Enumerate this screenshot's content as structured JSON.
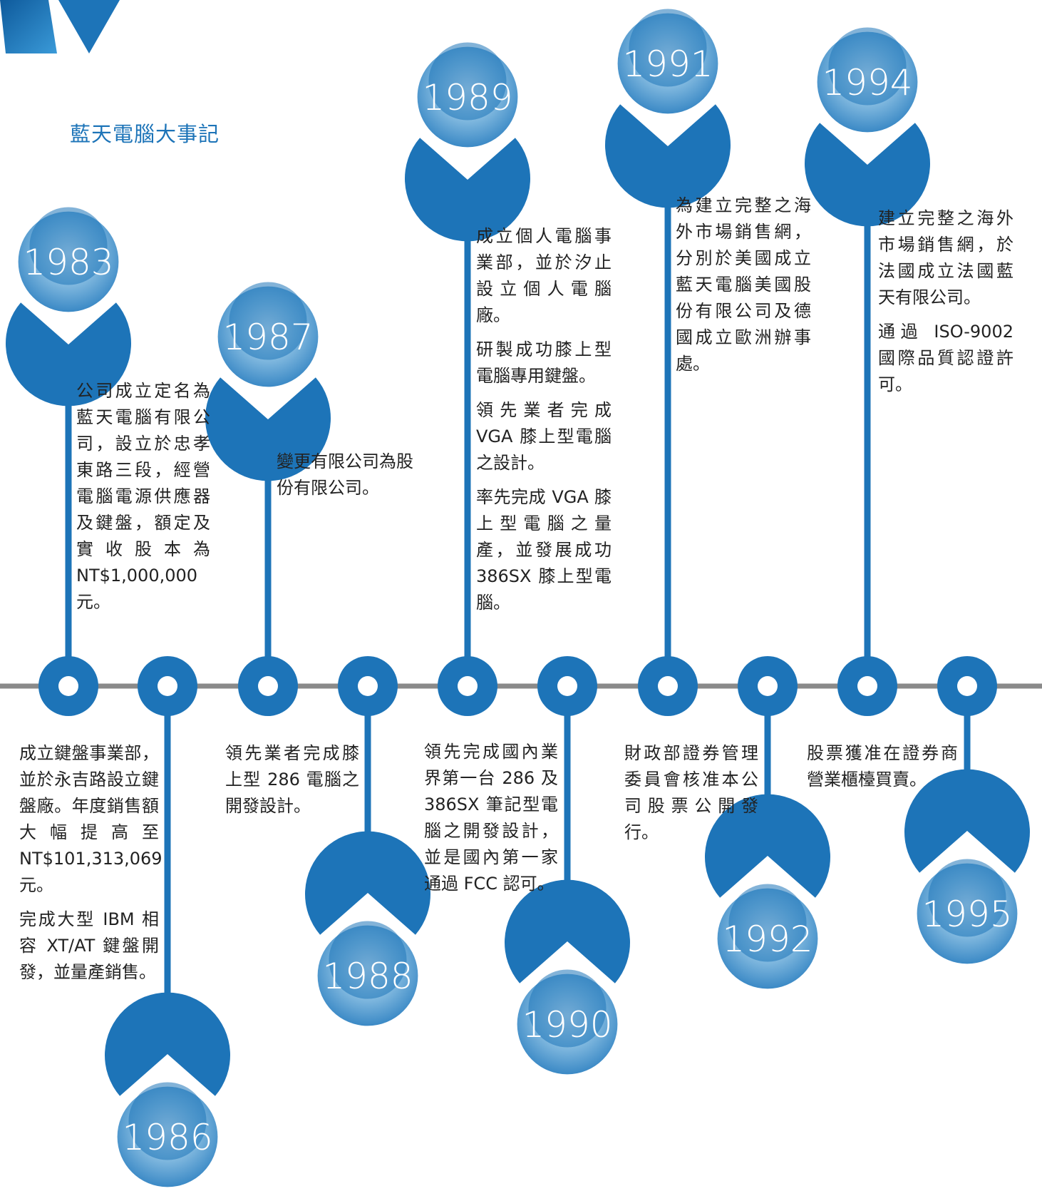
{
  "title": "藍天電腦大事記",
  "colors": {
    "accent": "#1d74b8",
    "axis": "#8a8a8a",
    "text": "#222222"
  },
  "events": [
    {
      "year": "1983",
      "paras": [
        "公司成立定名為藍天電腦有限公司，設立於忠孝東路三段，經營電腦電源供應器及鍵盤，額定及實收股本為NT$1,000,000元。"
      ]
    },
    {
      "year": "1986",
      "paras": [
        "成立鍵盤事業部，並於永吉路設立鍵盤廠。年度銷售額大幅提高至NT$101,313,069元。",
        "完成大型 IBM 相容 XT/AT 鍵盤開發，並量產銷售。"
      ]
    },
    {
      "year": "1987",
      "paras": [
        "變更有限公司為股份有限公司。"
      ]
    },
    {
      "year": "1988",
      "paras": [
        "領先業者完成膝上型 286 電腦之開發設計。"
      ]
    },
    {
      "year": "1989",
      "paras": [
        "成立個人電腦事業部，並於汐止設立個人電腦廠。",
        "研製成功膝上型電腦專用鍵盤。",
        "領先業者完成 VGA 膝上型電腦之設計。",
        "率先完成 VGA 膝上型電腦之量產，並發展成功 386SX 膝上型電腦。"
      ]
    },
    {
      "year": "1990",
      "paras": [
        "領先完成國內業界第一台 286 及 386SX 筆記型電腦之開發設計，並是國內第一家通過 FCC 認可。"
      ]
    },
    {
      "year": "1991",
      "paras": [
        "為建立完整之海外市場銷售網，分別於美國成立藍天電腦美國股份有限公司及德國成立歐洲辦事處。"
      ]
    },
    {
      "year": "1992",
      "paras": [
        "財政部證券管理委員會核准本公司股票公開發行。"
      ]
    },
    {
      "year": "1994",
      "paras": [
        "建立完整之海外市場銷售網，於法國成立法國藍天有限公司。",
        "通過 ISO-9002 國際品質認證許可。"
      ]
    },
    {
      "year": "1995",
      "paras": [
        "股票獲准在證券商營業櫃檯買賣。"
      ]
    }
  ]
}
